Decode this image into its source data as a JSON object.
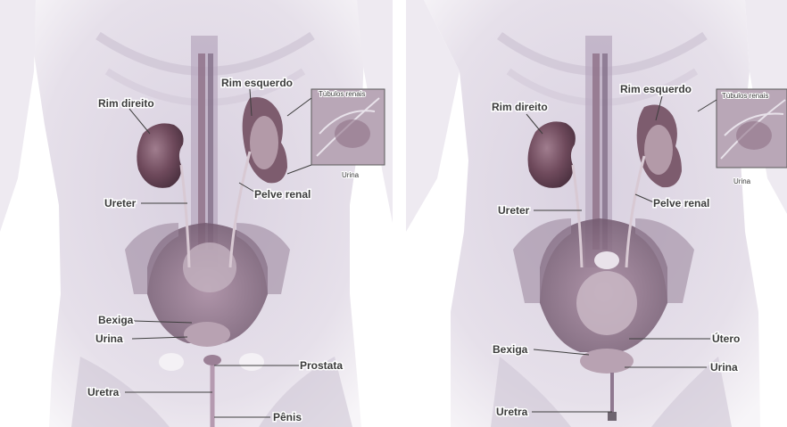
{
  "male_panel": {
    "labels": {
      "rim_direito": "Rim direito",
      "rim_esquerdo": "Rim esquerdo",
      "tubulos_renais": "Túbulos renais",
      "urina_inset": "Urina",
      "ureter": "Ureter",
      "pelve_renal": "Pelve renal",
      "bexiga": "Bexiga",
      "urina": "Urina",
      "prostata": "Prostata",
      "uretra": "Uretra",
      "penis": "Pênis"
    }
  },
  "female_panel": {
    "labels": {
      "rim_direito": "Rim direito",
      "rim_esquerdo": "Rim esquerdo",
      "tubulos_renais": "Túbulos renais",
      "urina_inset": "Urina",
      "ureter": "Ureter",
      "pelve_renal": "Pelve renal",
      "utero": "Útero",
      "bexiga": "Bexiga",
      "urina": "Urina",
      "uretra": "Uretra"
    }
  },
  "colors": {
    "skin": "#ddd6e4",
    "kidney": "#6f4a5c",
    "bladder": "#a98b9d",
    "pelvis": "#8a7186",
    "leader": "#3e3e3e"
  }
}
